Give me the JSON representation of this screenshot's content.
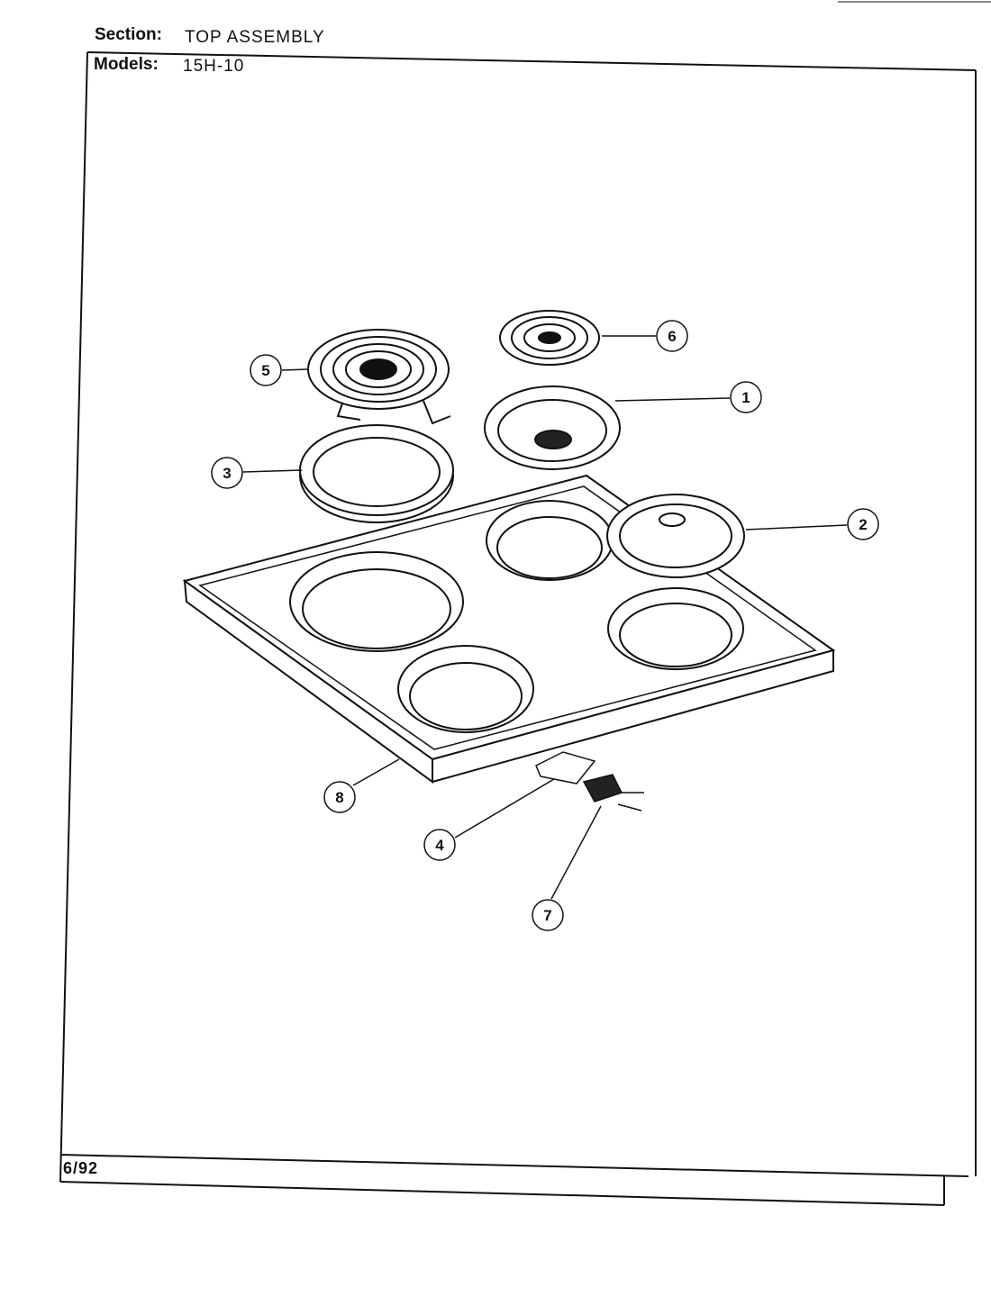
{
  "header": {
    "section_label": "Section:",
    "section_value": "TOP ASSEMBLY",
    "models_label": "Models:",
    "models_value": "15H-10"
  },
  "footer": {
    "date": "6/92"
  },
  "callouts": [
    "1",
    "2",
    "3",
    "4",
    "5",
    "6",
    "7",
    "8"
  ]
}
